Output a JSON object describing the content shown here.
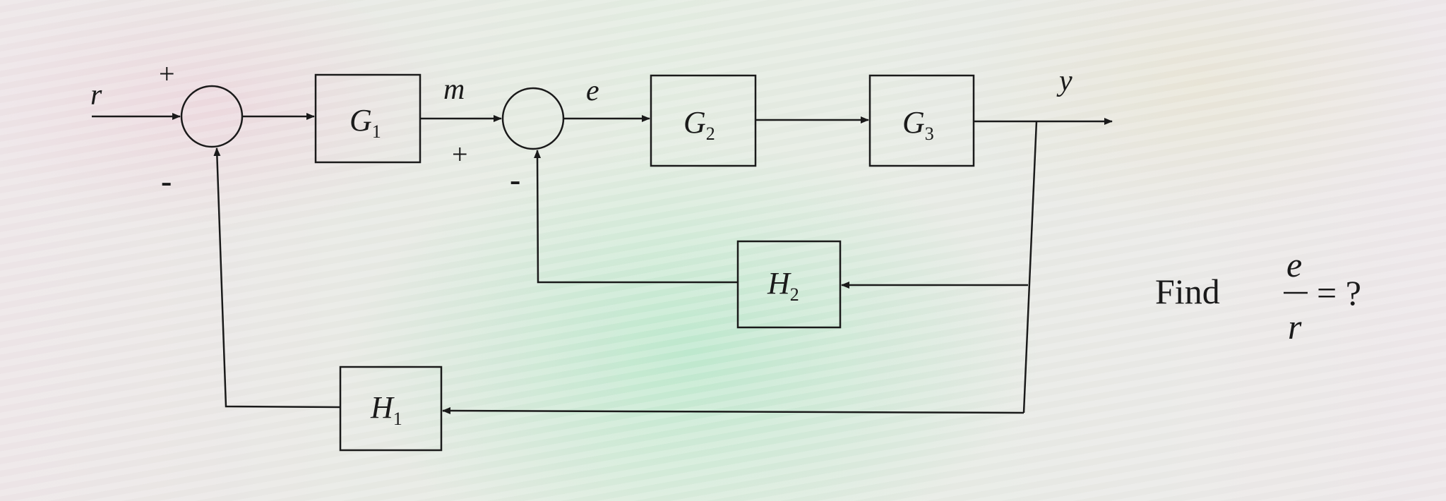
{
  "signals": {
    "r": "r",
    "m": "m",
    "e": "e",
    "y": "y"
  },
  "signs": {
    "s1_top": "+",
    "s1_bottom": "-",
    "s2_left": "+",
    "s2_bottom": "-"
  },
  "blocks": {
    "g1": {
      "letter": "G",
      "sub": "1"
    },
    "g2": {
      "letter": "G",
      "sub": "2"
    },
    "g3": {
      "letter": "G",
      "sub": "3"
    },
    "h1": {
      "letter": "H",
      "sub": "1"
    },
    "h2": {
      "letter": "H",
      "sub": "2"
    }
  },
  "question": {
    "find": "Find",
    "numerator": "e",
    "denominator": "r",
    "equals": "= ?"
  }
}
